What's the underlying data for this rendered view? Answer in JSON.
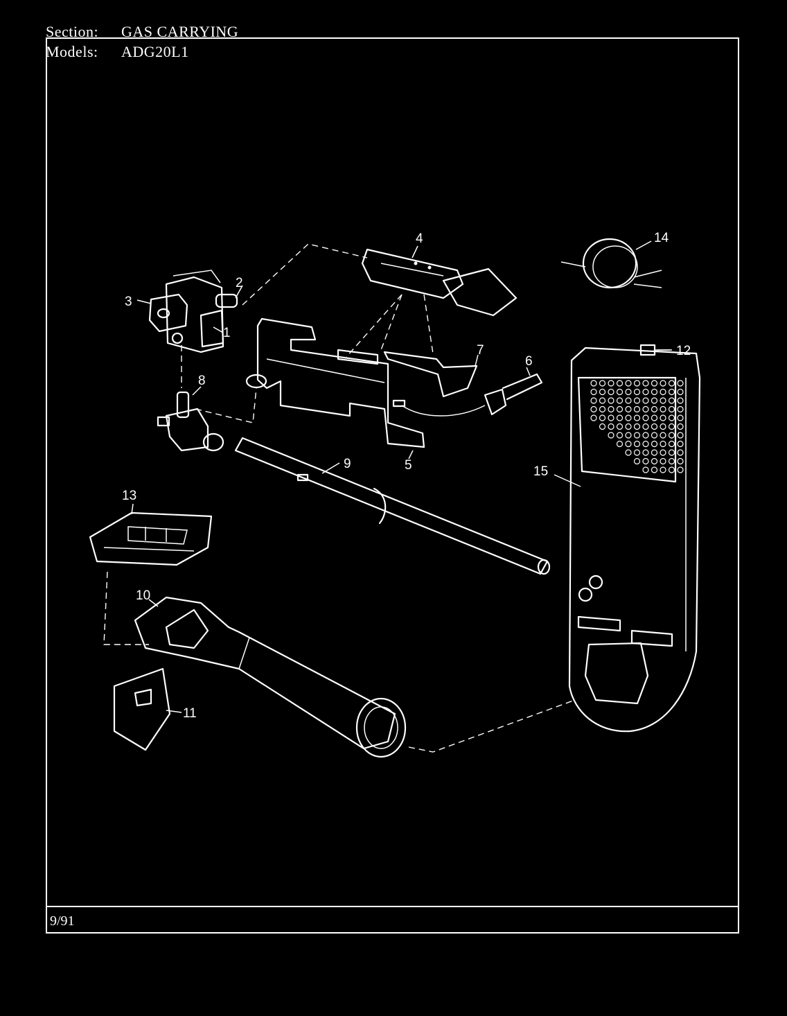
{
  "header": {
    "section_label": "Section:",
    "section_value": "GAS CARRYING",
    "models_label": "Models:",
    "models_value": "ADG20L1"
  },
  "footer": {
    "date": "9/91"
  },
  "callouts": [
    "1",
    "2",
    "3",
    "4",
    "5",
    "6",
    "7",
    "8",
    "9",
    "10",
    "11",
    "12",
    "13",
    "14",
    "15"
  ]
}
